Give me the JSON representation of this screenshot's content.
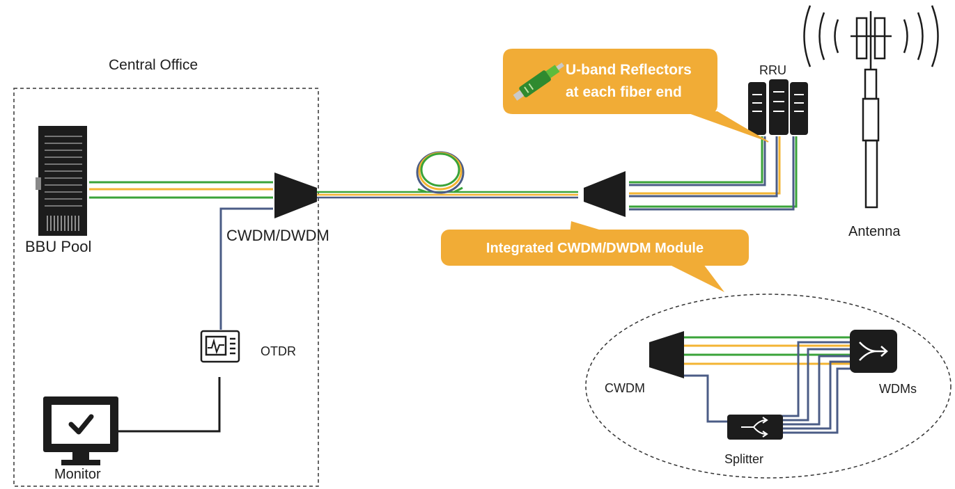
{
  "labels": {
    "central_office": "Central Office",
    "bbu_pool": "BBU Pool",
    "cwdm_dwdm": "CWDM/DWDM",
    "otdr": "OTDR",
    "monitor": "Monitor",
    "rru": "RRU",
    "antenna": "Antenna",
    "callout_reflectors_line1": "U-band Reflectors",
    "callout_reflectors_line2": "at each fiber end",
    "callout_module": "Integrated CWDM/DWDM Module",
    "inset_cwdm": "CWDM",
    "inset_wdms": "WDMs",
    "inset_splitter": "Splitter"
  },
  "colors": {
    "fiber_green": "#3aa339",
    "fiber_yellow": "#f3b433",
    "fiber_navy": "#4b5c86",
    "fiber_dark": "#1a1a1a",
    "callout_fill": "#f1ac36",
    "device_black": "#1c1c1c"
  },
  "icons": {
    "bbu": "server-rack-icon",
    "mux": "multiplexer-icon",
    "otdr": "otdr-instrument-icon",
    "monitor": "monitor-check-icon",
    "rru": "rru-unit-icon",
    "antenna": "cell-tower-icon",
    "connector": "fiber-connector-icon",
    "splitter": "splitter-icon",
    "wdm": "wdm-coupler-icon"
  }
}
